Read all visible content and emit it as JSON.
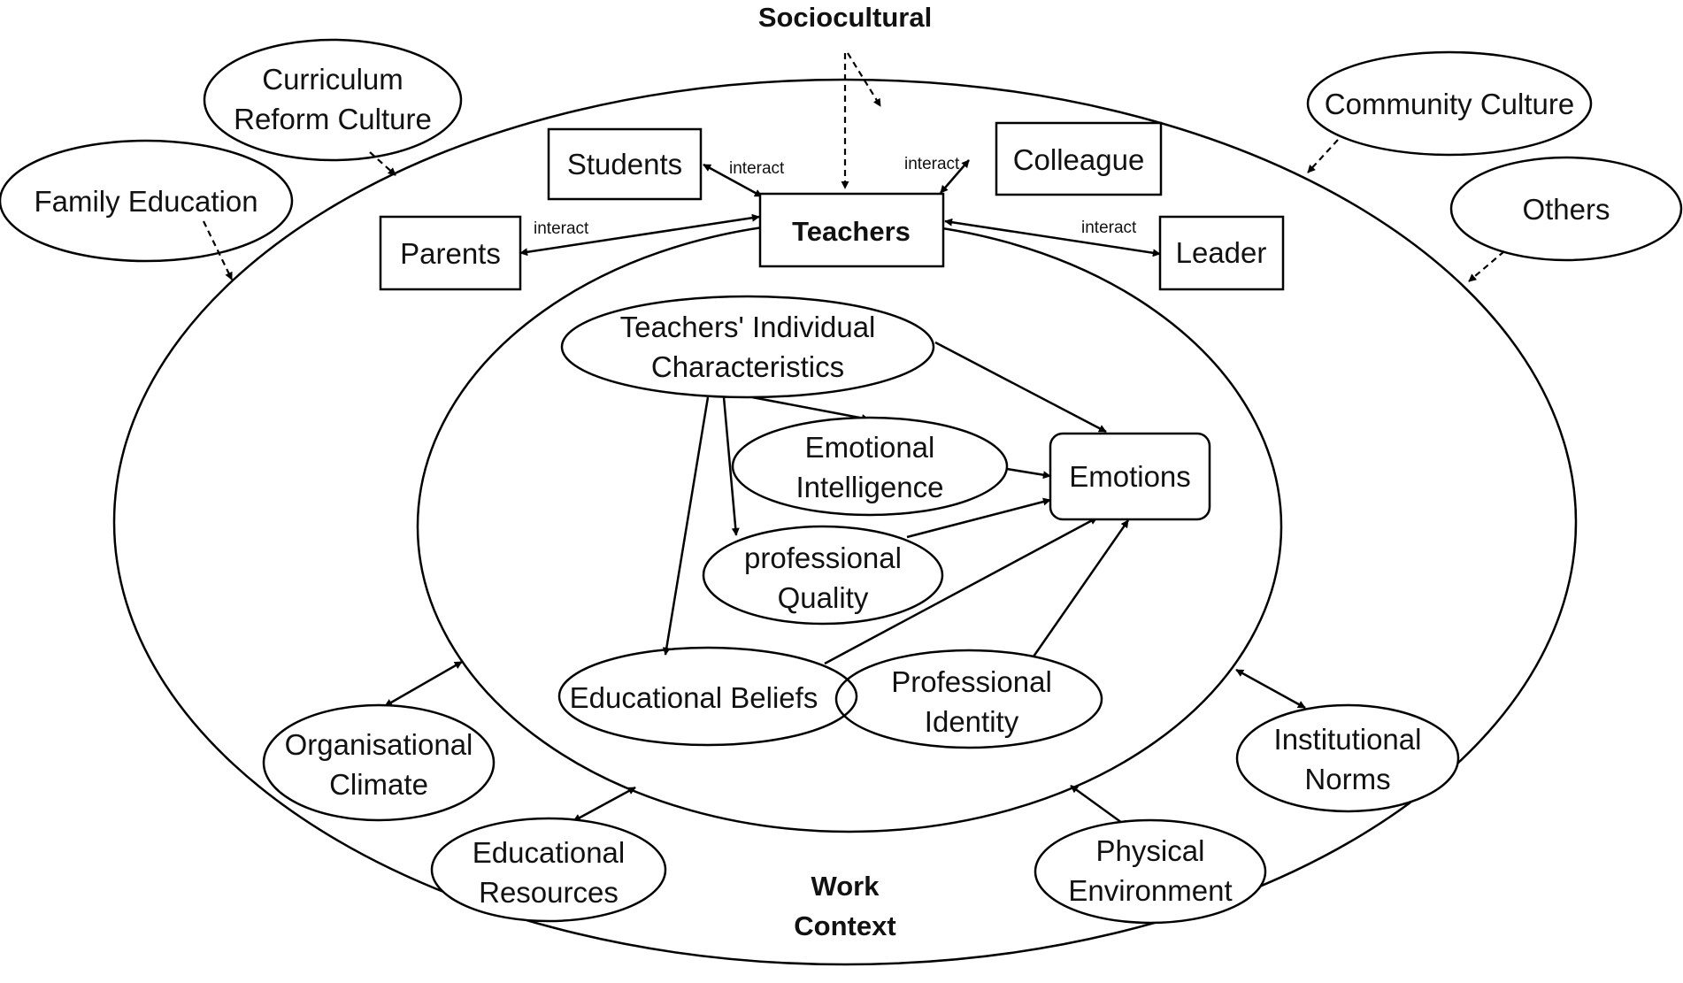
{
  "labels": {
    "sociocultural": "Sociocultural",
    "work_context_line1": "Work",
    "work_context_line2": "Context",
    "teachers": "Teachers",
    "interact": "interact"
  },
  "people": {
    "students": "Students",
    "colleague": "Colleague",
    "parents": "Parents",
    "leader": "Leader"
  },
  "sociocultural_factors": {
    "curriculum_line1": "Curriculum",
    "curriculum_line2": "Reform Culture",
    "family_education": "Family Education",
    "community_culture": "Community Culture",
    "others": "Others"
  },
  "work_context_factors": {
    "organisational_line1": "Organisational",
    "organisational_line2": "Climate",
    "educational_resources_line1": "Educational",
    "educational_resources_line2": "Resources",
    "physical_line1": "Physical",
    "physical_line2": "Environment",
    "institutional_line1": "Institutional",
    "institutional_line2": "Norms"
  },
  "inner_factors": {
    "individual_line1": "Teachers' Individual",
    "individual_line2": "Characteristics",
    "emotional_line1": "Emotional",
    "emotional_line2": "Intelligence",
    "professional_quality_line1": "professional",
    "professional_quality_line2": "Quality",
    "educational_beliefs": "Educational Beliefs",
    "professional_identity_line1": "Professional",
    "professional_identity_line2": "Identity",
    "emotions": "Emotions"
  }
}
